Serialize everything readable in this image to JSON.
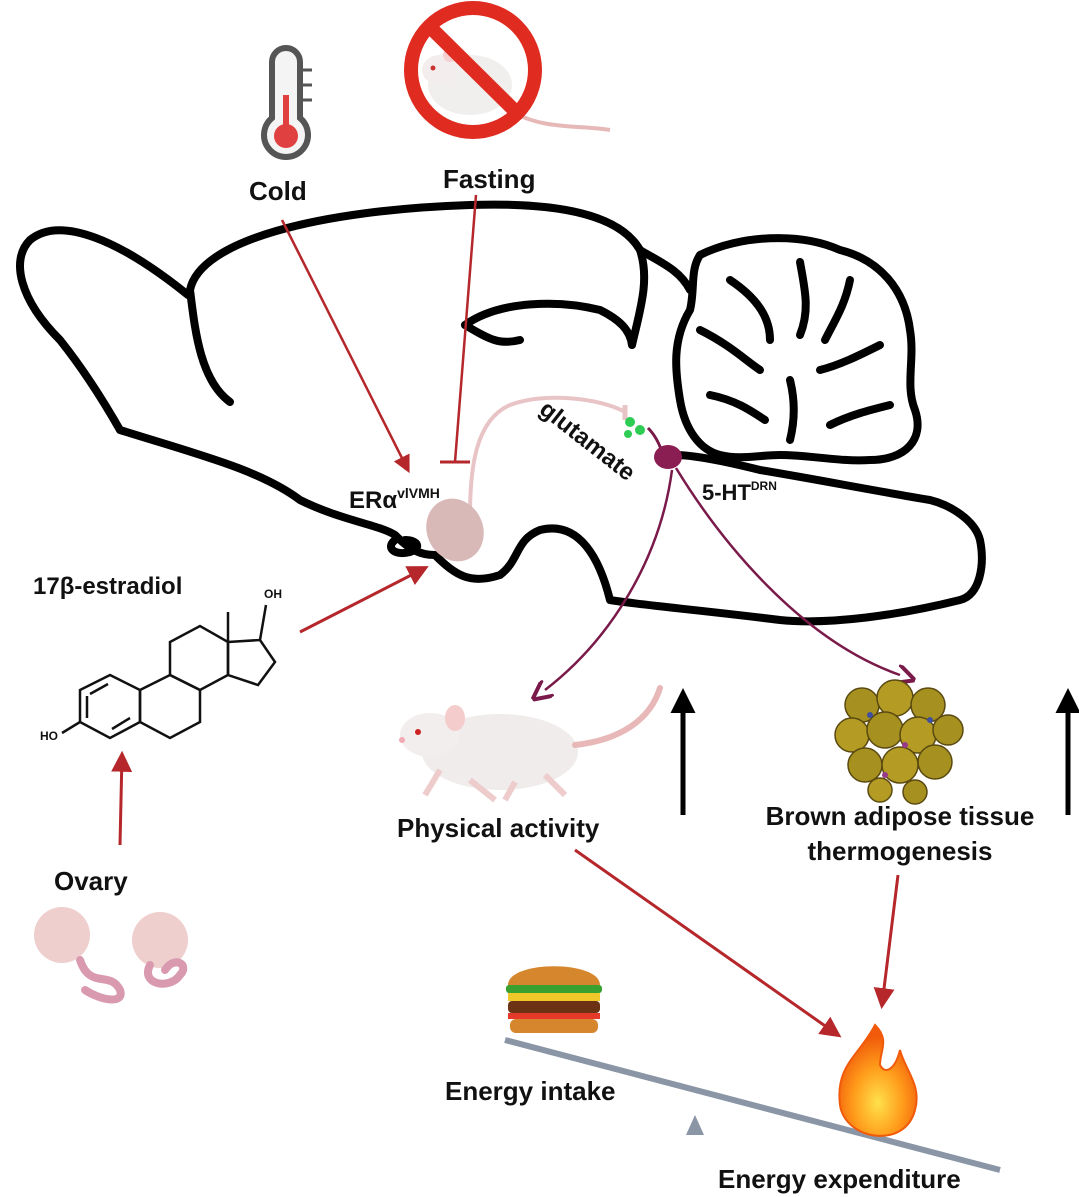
{
  "labels": {
    "cold": "Cold",
    "fasting": "Fasting",
    "era_main": "ERα",
    "era_sup": "vlVMH",
    "glutamate": "glutamate",
    "ht_main": "5-HT",
    "ht_sup": "DRN",
    "estradiol": "17β-estradiol",
    "oh_top": "OH",
    "ho_left": "HO",
    "ovary": "Ovary",
    "physical_activity": "Physical activity",
    "bat_line1": "Brown adipose tissue",
    "bat_line2": "thermogenesis",
    "energy_intake": "Energy intake",
    "energy_expenditure": "Energy expenditure"
  },
  "colors": {
    "stimulate_arrow": "#b5272b",
    "inhibit_line": "#b5272b",
    "serotonin_pathway": "#7a1a4a",
    "glutamate_pathway": "#e8c4c6",
    "brain_outline": "#000000",
    "increase_arrow": "#000000",
    "balance_beam": "#8a95a5"
  },
  "icons": {
    "cold": "thermometer-icon",
    "fasting": "no-mouse-icon",
    "ovary": "ovary-icon",
    "activity": "running-mouse-icon",
    "bat": "brown-fat-cells-icon",
    "intake": "burger-icon",
    "expenditure": "flame-icon"
  }
}
